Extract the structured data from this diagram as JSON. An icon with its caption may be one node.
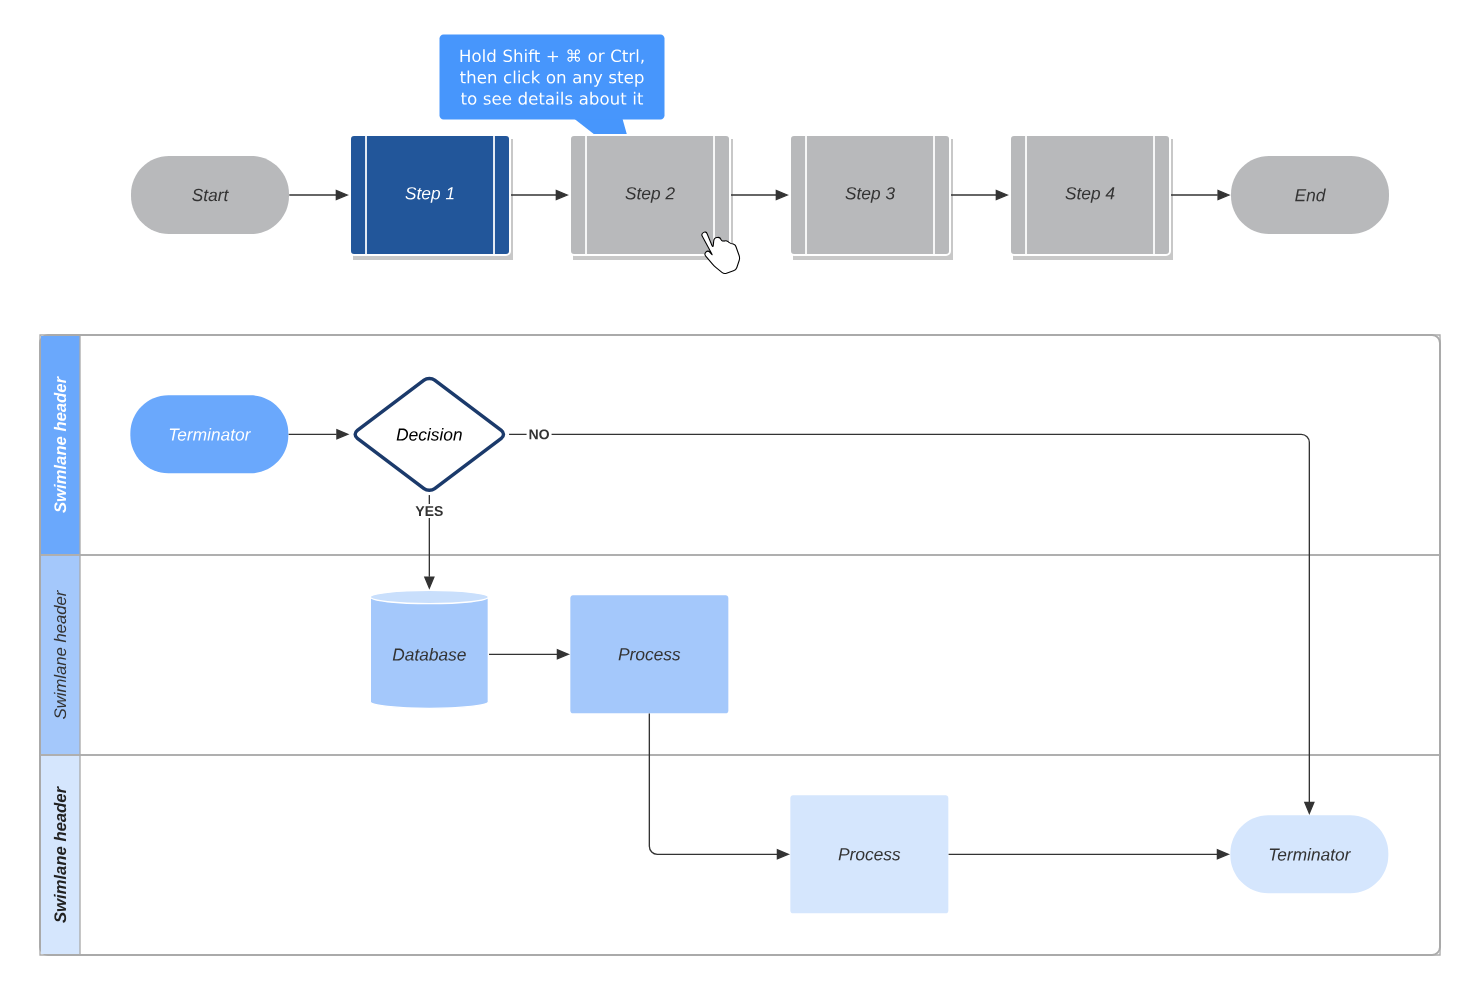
{
  "diagram": {
    "nodes": [
      {
        "text": [
          "Hold Shift + ⌘ or Ctrl, then click on any step to see details about it"
        ]
      },
      {
        "text": [
          "Start"
        ]
      },
      {
        "text": [
          "Step 1"
        ]
      },
      {
        "text": [
          "Step 2"
        ]
      },
      {
        "text": [
          "Step 3"
        ]
      },
      {
        "text": [
          "Step 4"
        ]
      },
      {
        "text": [
          "End"
        ]
      },
      {
        "text": [
          "Swimlane header"
        ]
      },
      {
        "text": [
          "Swimlane header"
        ]
      },
      {
        "text": [
          "Swimlane header"
        ]
      },
      {
        "text": [
          "Terminator"
        ],
        "in": 7
      },
      {
        "text": [
          "Decision"
        ],
        "in": 7
      },
      {
        "text": [
          "Database"
        ],
        "in": 8
      },
      {
        "text": [
          "Process"
        ],
        "in": 8
      },
      {
        "text": [
          "Process"
        ],
        "in": 9
      },
      {
        "text": [
          "Terminator"
        ],
        "in": 9
      }
    ],
    "edges": [
      {
        "from": 1,
        "to": 2,
        "arrow": "to"
      },
      {
        "from": 2,
        "to": 3,
        "arrow": "to"
      },
      {
        "from": 3,
        "to": 4,
        "arrow": "to"
      },
      {
        "from": 4,
        "to": 5,
        "arrow": "to"
      },
      {
        "from": 5,
        "to": 6,
        "arrow": "to"
      },
      {
        "from": 10,
        "to": 11,
        "arrow": "to"
      },
      {
        "from": 11,
        "to": 15,
        "arrow": "to",
        "label": "NO"
      },
      {
        "from": 11,
        "to": 12,
        "arrow": "to",
        "label": "YES"
      },
      {
        "from": 12,
        "to": 13,
        "arrow": "to"
      },
      {
        "from": 13,
        "to": 14,
        "arrow": "to"
      },
      {
        "from": 14,
        "to": 15,
        "arrow": "to"
      }
    ]
  }
}
